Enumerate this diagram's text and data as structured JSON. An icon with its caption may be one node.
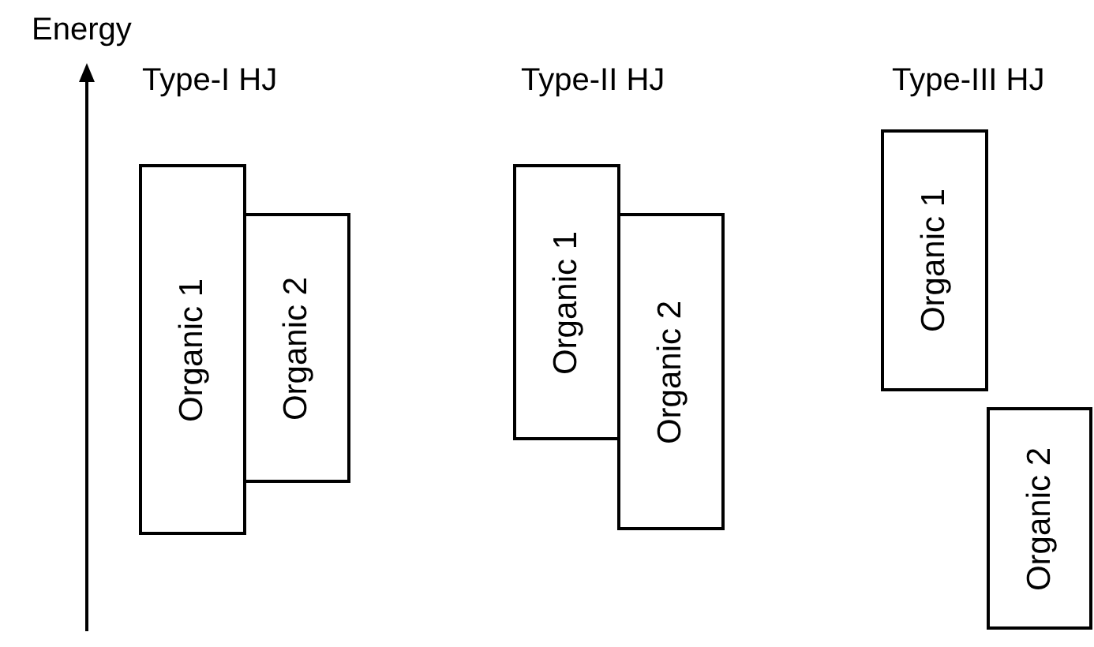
{
  "diagram": {
    "nodes": [
      {
        "text": [
          "Organic 1"
        ]
      },
      {
        "text": [
          "Organic 2"
        ]
      },
      {
        "text": [
          "Organic 1"
        ]
      },
      {
        "text": [
          "Organic 2"
        ]
      },
      {
        "text": [
          "Organic 1"
        ]
      },
      {
        "text": [
          "Organic 2"
        ]
      }
    ],
    "edges": [],
    "labels": [
      "Energy",
      "Type-I HJ",
      "Type-II HJ",
      "Type-III HJ"
    ]
  }
}
